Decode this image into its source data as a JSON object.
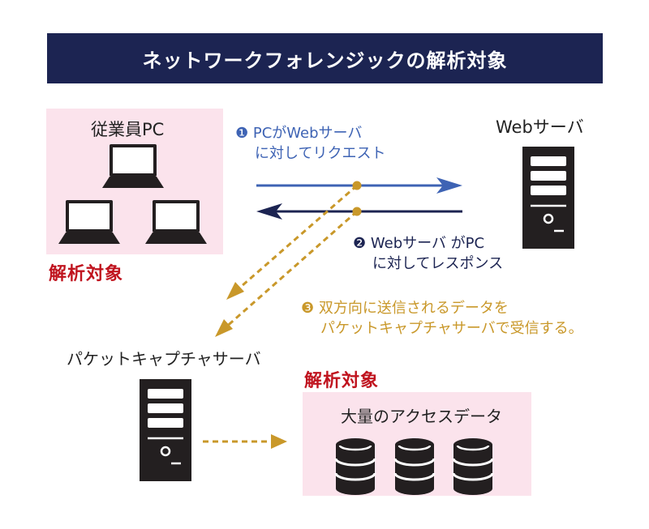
{
  "title": "ネットワークフォレンジックの解析対象",
  "employee_pc": {
    "label": "従業員PC",
    "target_label": "解析対象"
  },
  "web_server": {
    "label": "Webサーバ"
  },
  "request": {
    "number": "❶",
    "line1": "PCがWebサーバ",
    "line2": "に対してリクエスト"
  },
  "response": {
    "number": "❷",
    "line1": "Webサーバ がPC",
    "line2": "に対してレスポンス"
  },
  "capture_note": {
    "number": "❸",
    "line1": "双方向に送信されるデータを",
    "line2": "パケットキャプチャサーバで受信する。"
  },
  "capture_server": {
    "label": "パケットキャプチャサーバ"
  },
  "access_data": {
    "label": "大量のアクセスデータ",
    "target_label": "解析対象"
  },
  "colors": {
    "navy": "#1c2452",
    "blue": "#3e63b4",
    "gold": "#c9982a",
    "red": "#c0141f",
    "pink": "#fbe3ec",
    "device": "#231f20"
  },
  "icons": [
    "laptop-icon",
    "server-icon",
    "database-icon"
  ]
}
